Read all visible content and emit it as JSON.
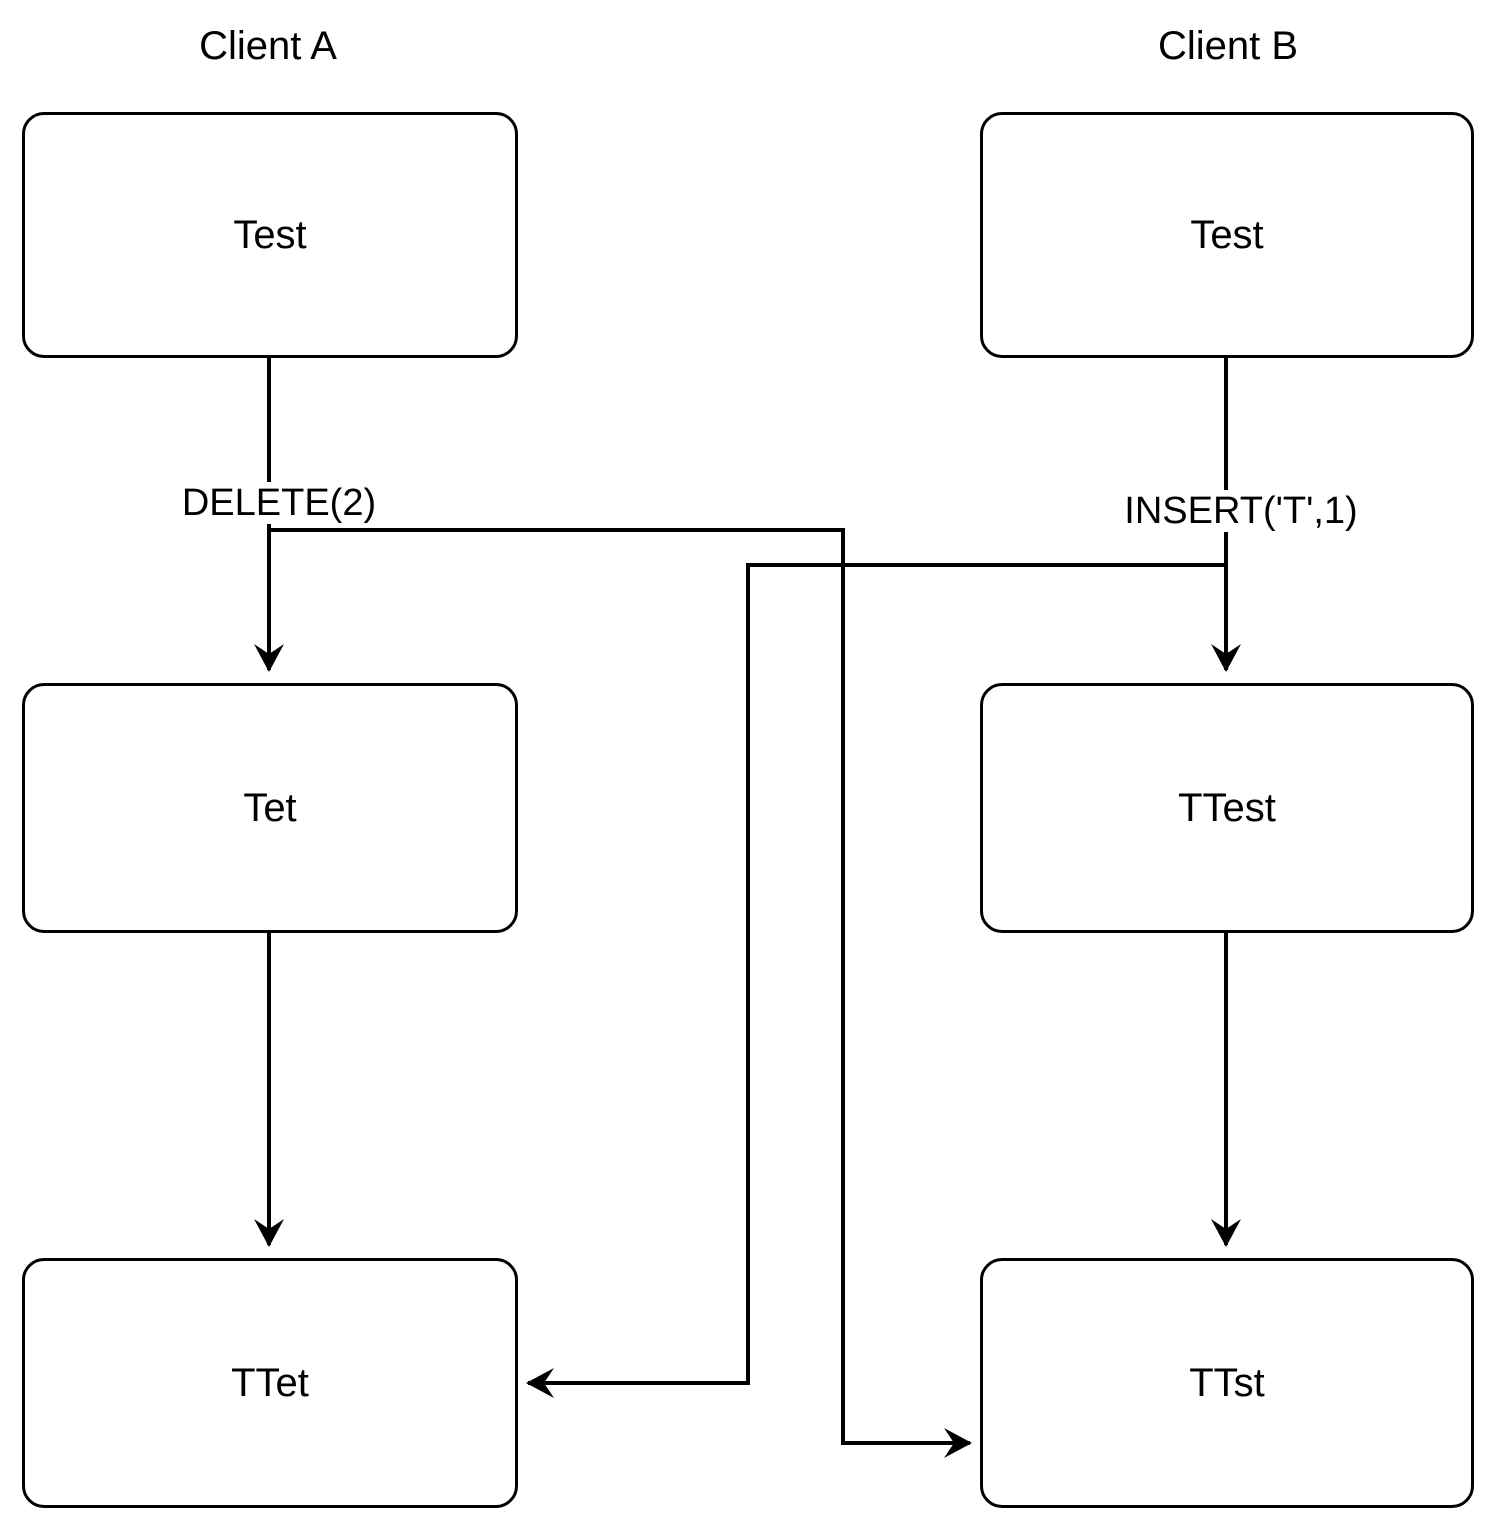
{
  "diagram": {
    "title_left": "Client A",
    "title_right": "Client B",
    "columns": [
      {
        "id": "client-a",
        "title": "Client A",
        "nodes": [
          {
            "id": "a-state-0",
            "label": "Test"
          },
          {
            "id": "a-state-1",
            "label": "Tet"
          },
          {
            "id": "a-state-2",
            "label": "TTet"
          }
        ],
        "operation": "DELETE(2)"
      },
      {
        "id": "client-b",
        "title": "Client B",
        "nodes": [
          {
            "id": "b-state-0",
            "label": "Test"
          },
          {
            "id": "b-state-1",
            "label": "TTest"
          },
          {
            "id": "b-state-2",
            "label": "TTst"
          }
        ],
        "operation": "INSERT('T',1)"
      }
    ],
    "edges": [
      {
        "id": "a-op-edge",
        "label": "DELETE(2)",
        "from": "a-state-0",
        "to": "a-state-1",
        "direction": "down"
      },
      {
        "id": "a-apply-edge",
        "label": "",
        "from": "a-state-1",
        "to": "a-state-2",
        "direction": "down"
      },
      {
        "id": "b-op-edge",
        "label": "INSERT('T',1)",
        "from": "b-state-0",
        "to": "b-state-1",
        "direction": "down"
      },
      {
        "id": "b-apply-edge",
        "label": "",
        "from": "b-state-1",
        "to": "b-state-2",
        "direction": "down"
      },
      {
        "id": "cross-a-to-b",
        "label": "",
        "from": "a-op-edge",
        "to": "b-state-2",
        "direction": "right"
      },
      {
        "id": "cross-b-to-a",
        "label": "",
        "from": "b-op-edge",
        "to": "a-state-2",
        "direction": "left"
      }
    ],
    "colors": {
      "stroke": "#000000",
      "fill": "#ffffff",
      "text": "#000000"
    }
  }
}
